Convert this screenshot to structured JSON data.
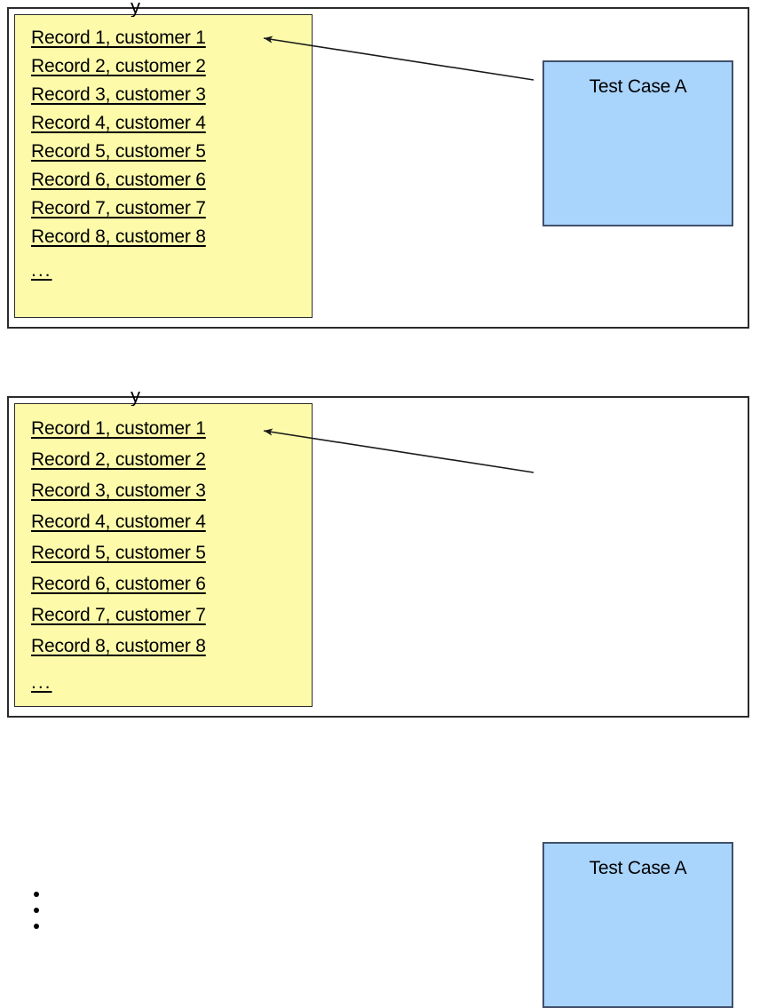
{
  "colors": {
    "record_box_fill": "#fdfbaa",
    "record_box_border": "#2b2b2b",
    "test_case_fill": "#a9d4fc",
    "test_case_border": "#40506b",
    "panel_border": "#2b2b2b",
    "arrow": "#1a1a1a",
    "text": "#000000",
    "background": "#ffffff"
  },
  "panels": [
    {
      "id": "panel-1",
      "clipped_title": "y",
      "records": [
        "Record 1, customer 1",
        "Record 2, customer 2",
        "Record 3, customer 3",
        "Record 4, customer 4",
        "Record 5, customer 5",
        "Record 6, customer 6",
        "Record 7, customer 7",
        "Record 8, customer 8"
      ],
      "ellipsis": "...",
      "test_case_label": "Test Case A"
    },
    {
      "id": "panel-2",
      "clipped_title": "y",
      "records": [
        "Record 1, customer 1",
        "Record 2, customer 2",
        "Record 3, customer 3",
        "Record 4, customer 4",
        "Record 5, customer 5",
        "Record 6, customer 6",
        "Record 7, customer 7",
        "Record 8, customer 8"
      ],
      "ellipsis": "...",
      "test_case_label": "Test Case A"
    }
  ],
  "vertical_ellipsis": {
    "dot_count": 3,
    "meaning": "more-panels-continue"
  }
}
